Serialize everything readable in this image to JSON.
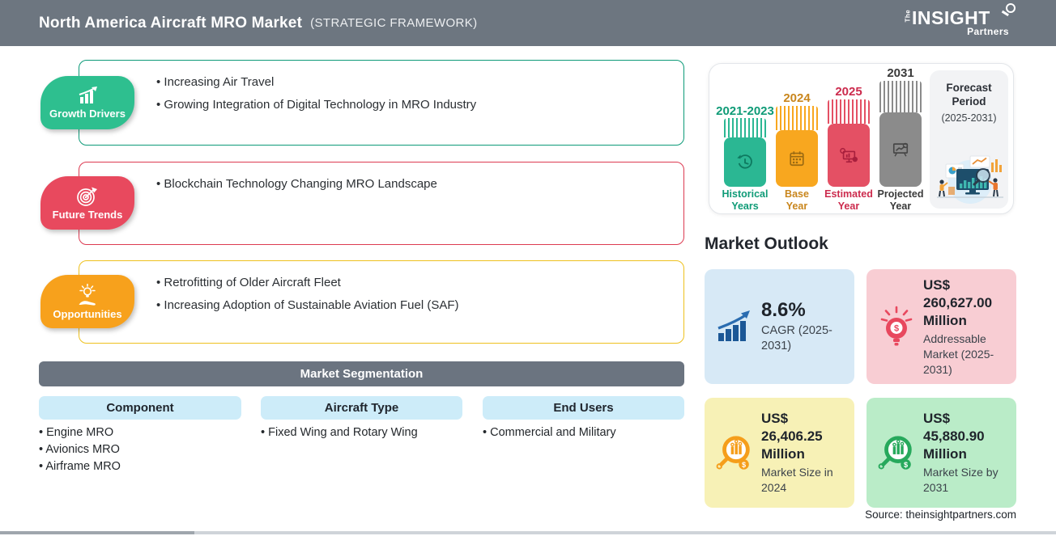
{
  "header": {
    "title": "North America Aircraft MRO Market",
    "subtitle": "(STRATEGIC FRAMEWORK)",
    "logo": {
      "the": "The",
      "insight": "INSIGHT",
      "partners": "Partners"
    }
  },
  "framework": {
    "sections": [
      {
        "label": "Growth Drivers",
        "icon": "growth-chart-icon",
        "accent_color": "#2ebf8f",
        "border_color": "#0c9a78",
        "bullets": [
          "Increasing Air Travel",
          "Growing Integration of Digital Technology in MRO Industry"
        ]
      },
      {
        "label": "Future Trends",
        "icon": "target-dart-icon",
        "accent_color": "#e8495e",
        "border_color": "#dc3a51",
        "bullets": [
          "Blockchain Technology Changing MRO Landscape"
        ]
      },
      {
        "label": "Opportunities",
        "icon": "idea-hand-icon",
        "accent_color": "#f7a11c",
        "border_color": "#eec11e",
        "bullets": [
          "Retrofitting of Older Aircraft Fleet",
          "Increasing Adoption of Sustainable Aviation Fuel (SAF)"
        ]
      }
    ]
  },
  "segmentation": {
    "title": "Market Segmentation",
    "columns": [
      {
        "header": "Component",
        "items": [
          "Engine MRO",
          "Avionics MRO",
          "Airframe MRO"
        ]
      },
      {
        "header": "Aircraft Type",
        "items": [
          "Fixed Wing and Rotary Wing"
        ]
      },
      {
        "header": "End Users",
        "items": [
          "Commercial and Military"
        ]
      }
    ]
  },
  "timeline": {
    "bars": [
      {
        "year": "2021-2023",
        "label_line1": "Historical",
        "label_line2": "Years",
        "color": "#2bb793",
        "label_color": "#0f9b77",
        "icon": "history-clock-icon"
      },
      {
        "year": "2024",
        "label_line1": "Base",
        "label_line2": "Year",
        "color": "#f8a71f",
        "label_color": "#c9861d",
        "icon": "calendar-icon"
      },
      {
        "year": "2025",
        "label_line1": "Estimated",
        "label_line2": "Year",
        "color": "#e45064",
        "label_color": "#cc2b4d",
        "icon": "analytics-monitor-icon"
      },
      {
        "year": "2031",
        "label_line1": "Projected",
        "label_line2": "Year",
        "color": "#8b8b8b",
        "label_color": "#3a3a3a",
        "icon": "projection-board-icon"
      }
    ],
    "forecast_panel": {
      "line1": "Forecast",
      "line2": "Period",
      "range": "(2025-2031)",
      "icon": "analysts-illustration"
    }
  },
  "outlook": {
    "title": "Market Outlook",
    "cards": [
      {
        "value": "8.6%",
        "label": "CAGR (2025-2031)",
        "bg": "#d7e9f6",
        "icon": "cagr-growth-icon",
        "icon_color": "#1b5796"
      },
      {
        "value": "US$ 260,627.00 Million",
        "label": "Addressable Market (2025-2031)",
        "bg": "#f8cdd3",
        "icon": "dollar-bulb-icon",
        "icon_color": "#e8485e"
      },
      {
        "value": "US$ 26,406.25 Million",
        "label": "Market Size in 2024",
        "bg": "#f7f1b6",
        "icon": "magnifier-chart-icon",
        "icon_color": "#f59e1b"
      },
      {
        "value": "US$ 45,880.90 Million",
        "label": "Market Size by 2031",
        "bg": "#baecc8",
        "icon": "magnifier-chart-icon",
        "icon_color": "#27a95c"
      }
    ]
  },
  "icons": {
    "dollar": "$"
  },
  "source": "Source: theinsightpartners.com"
}
